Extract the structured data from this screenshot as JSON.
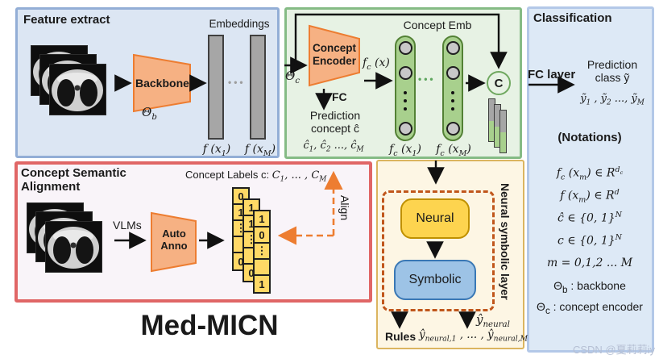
{
  "figure": {
    "title": "Med-MICN",
    "watermark": "CSDN @夏莉莉iy"
  },
  "colors": {
    "orange": "#ed7d31",
    "soft_green": "#70ad47",
    "gold_border": "#bf9000",
    "symbolic_blue": "#2e75b6",
    "align_red": "#e06666",
    "dashed_brown": "#c0561b"
  },
  "feature_extract": {
    "title": "Feature extract",
    "backbone": "Backbone",
    "theta_b": "Θ_{b}",
    "embeddings": "Embeddings",
    "ellipsis": "•••",
    "f_x1": "f (x_{1})",
    "f_xM": "f (x_{M})"
  },
  "concept": {
    "theta_c": "Θ_{c}",
    "encoder": "Concept Encoder",
    "fc_x": "f_{c} (x)",
    "fc_label": "FC",
    "emb_title": "Concept Emb",
    "prediction": "Prediction concept ĉ",
    "c_hats": "ĉ_{1}, ĉ_{2} ..., ĉ_{M}",
    "fc_x1": "f_{c} (x_{1})",
    "fc_xM": "f_{c} (x_{M})",
    "concat": "C",
    "ellipsis": "•••"
  },
  "classification": {
    "title": "Classification",
    "fc_layer": "FC layer",
    "prediction": "Prediction class ỹ",
    "y_list": "ỹ_{1} , ỹ_{2} ..., ỹ_{M}",
    "notations_title": "(Notations)",
    "notations": [
      "f_{c} (x_{m}) ∈ R^{d_{c}}",
      "f (x_{m}) ∈ R^{d}",
      "ĉ ∈ {0, 1}^{N}",
      "c ∈ {0, 1}^{N}",
      "m = 0,1,2 ... M",
      "Θ_{b} : backbone",
      "Θ_{c} : concept encoder"
    ]
  },
  "alignment": {
    "title": "Concept Semantic Alignment",
    "vlms": "VLMs",
    "auto_anno": "Auto Anno",
    "labels_prefix": "Concept Labels c: ",
    "labels_math": "C_{1}, ... , C_{M}",
    "align": "Align",
    "columns": {
      "back": [
        "0",
        "1",
        "⋮",
        "",
        "0"
      ],
      "mid": [
        "1",
        "1",
        "⋮",
        "",
        "0"
      ],
      "front": [
        "1",
        "0",
        "⋮",
        "",
        "1"
      ]
    }
  },
  "neurosym": {
    "title": "Neural symbolic layer",
    "neural": "Neural",
    "symbolic": "Symbolic",
    "y_neural": "ŷ_{neural}",
    "rules_label": "Rules",
    "rules_math": "ŷ_{neural,1} , ... , ŷ_{neural,M}"
  }
}
